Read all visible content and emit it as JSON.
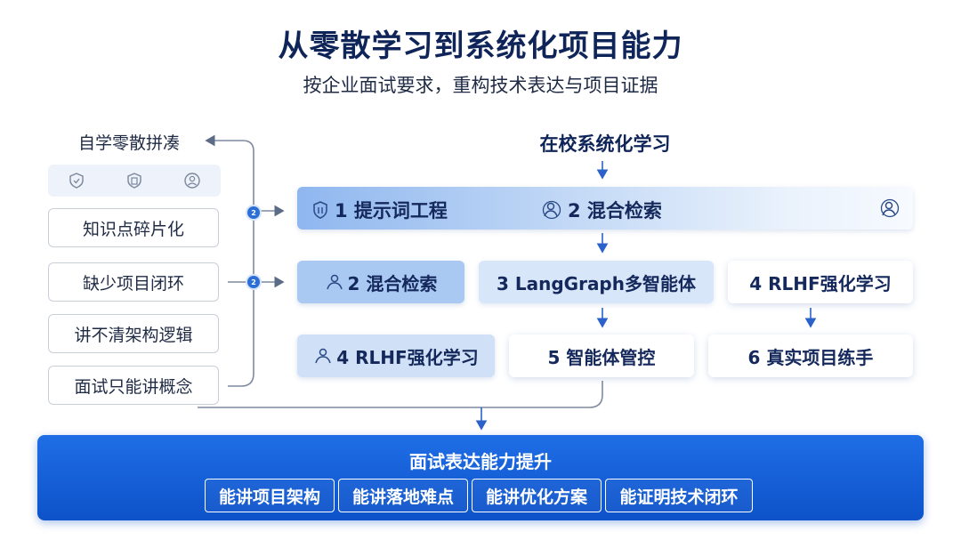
{
  "title": "从零散学习到系统化项目能力",
  "subtitle": "按企业面试要求，重构技术表达与项目证据",
  "left": {
    "heading": "自学零散拼凑",
    "icons": [
      "shield-check-icon",
      "document-shield-icon",
      "user-circle-icon"
    ],
    "items": [
      "知识点碎片化",
      "缺少项目闭环",
      "讲不清架构逻辑",
      "面试只能讲概念"
    ],
    "badges": [
      "2",
      "2"
    ]
  },
  "right": {
    "heading": "在校系统化学习",
    "row1": {
      "item1": "1 提示词工程",
      "item2": "2 混合检索",
      "icons": [
        "shield-doc-icon",
        "user-search-icon",
        "user-search-icon"
      ]
    },
    "row2": [
      "2 混合检索",
      "3 LangGraph多智能体",
      "4 RLHF强化学习"
    ],
    "row3": [
      "4 RLHF强化学习",
      "5 智能体管控",
      "6 真实项目练手"
    ]
  },
  "banner": {
    "title": "面试表达能力提升",
    "tags": [
      "能讲项目架构",
      "能讲落地难点",
      "能讲优化方案",
      "能证明技术闭环"
    ]
  },
  "colors": {
    "accent": "#1f6ee6",
    "title": "#0f2458",
    "banner": "#0d52c9",
    "line": "#6f7d96"
  }
}
